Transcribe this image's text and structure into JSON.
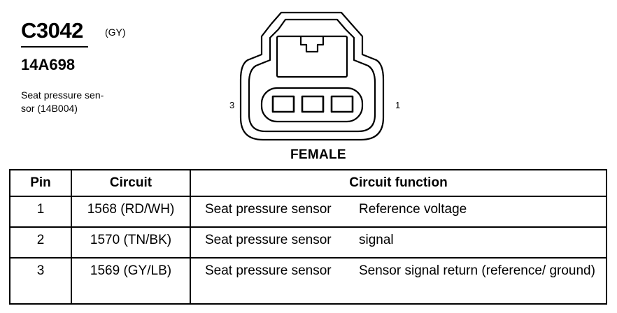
{
  "connector": {
    "id": "C3042",
    "color": "(GY)",
    "part_number": "14A698",
    "description_line1": "Seat pressure sen-",
    "description_line2": "sor (14B004)"
  },
  "diagram": {
    "pin_left_label": "3",
    "pin_right_label": "1",
    "gender_label": "FEMALE"
  },
  "table": {
    "headers": [
      "Pin",
      "Circuit",
      "Circuit function"
    ],
    "rows": [
      {
        "pin": "1",
        "circuit": "1568 (RD/WH)",
        "function_part1": "Seat pressure sensor",
        "function_part2": "Reference voltage"
      },
      {
        "pin": "2",
        "circuit": "1570 (TN/BK)",
        "function_part1": "Seat pressure sensor",
        "function_part2": "signal"
      },
      {
        "pin": "3",
        "circuit": "1569 (GY/LB)",
        "function_part1": "Seat pressure sensor",
        "function_part2": "Sensor signal return (reference/ ground)"
      }
    ]
  }
}
